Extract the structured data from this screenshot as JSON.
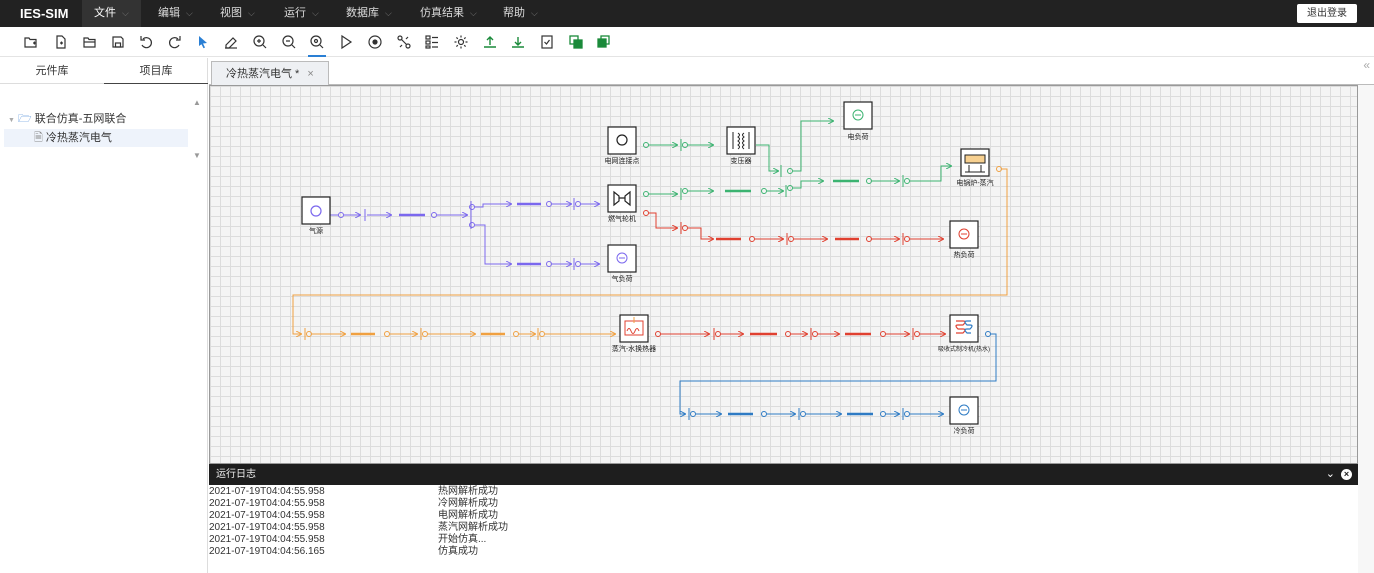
{
  "app": {
    "title": "IES-SIM",
    "logout_label": "退出登录"
  },
  "menu": [
    {
      "label": "文件"
    },
    {
      "label": "编辑"
    },
    {
      "label": "视图"
    },
    {
      "label": "运行"
    },
    {
      "label": "数据库"
    },
    {
      "label": "仿真结果"
    },
    {
      "label": "帮助"
    }
  ],
  "toolbar_icons": [
    "new-folder-icon",
    "new-file-icon",
    "open-folder-icon",
    "save-icon",
    "undo-icon",
    "redo-icon",
    "pointer-icon",
    "eraser-icon",
    "zoom-in-icon",
    "zoom-out-icon",
    "zoom-fit-icon",
    "run-icon",
    "stop-icon",
    "connect-icon",
    "list-icon",
    "settings-icon",
    "upload-icon",
    "download-icon",
    "check-icon",
    "copy-icon",
    "layers-icon"
  ],
  "left_panel": {
    "tabs": [
      {
        "label": "元件库"
      },
      {
        "label": "项目库"
      }
    ],
    "tree": {
      "root": "联合仿真-五网联合",
      "child": "冷热蒸汽电气"
    }
  },
  "editor": {
    "tab_label": "冷热蒸汽电气 *",
    "close_glyph": "×"
  },
  "diagram": {
    "nodes": {
      "gas_source": "气源",
      "grid_node": "电网连接点",
      "transformer": "变压器",
      "gas_turbine": "燃气轮机",
      "gas_load": "气负荷",
      "elec_load": "电负荷",
      "elec_boiler": "电锅炉-蒸汽",
      "heat_load": "热负荷",
      "steam_exchanger": "蒸汽-水换热器",
      "absorption_chiller": "吸收式制冷机(热水)",
      "cold_load": "冷负荷"
    }
  },
  "log": {
    "title": "运行日志",
    "entries": [
      {
        "time": "2021-07-19T04:04:55.958",
        "msg": "热网解析成功"
      },
      {
        "time": "2021-07-19T04:04:55.958",
        "msg": "冷网解析成功"
      },
      {
        "time": "2021-07-19T04:04:55.958",
        "msg": "电网解析成功"
      },
      {
        "time": "2021-07-19T04:04:55.958",
        "msg": "蒸汽网解析成功"
      },
      {
        "time": "2021-07-19T04:04:55.958",
        "msg": "开始仿真..."
      },
      {
        "time": "2021-07-19T04:04:56.165",
        "msg": "仿真成功"
      }
    ]
  },
  "colors": {
    "gas": "#7b68ee",
    "elec": "#3cb371",
    "heat": "#e04030",
    "steam": "#f0a040",
    "cold": "#2e7bc4"
  }
}
